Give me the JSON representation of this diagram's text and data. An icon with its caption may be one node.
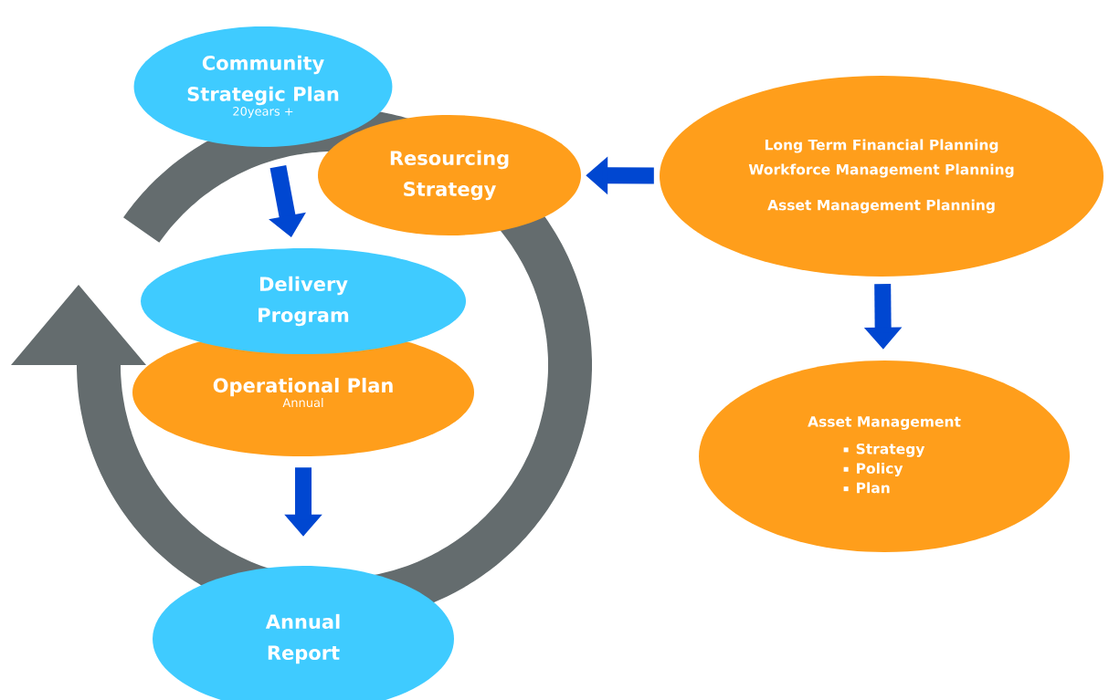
{
  "diagram": {
    "nodes": [
      {
        "text": [
          "Community Strategic Plan",
          "20years +"
        ]
      },
      {
        "text": [
          "Resourcing Strategy"
        ]
      },
      {
        "text": [
          "Long Term Financial Planning",
          "Workforce Management Planning",
          "Asset Management Planning"
        ]
      },
      {
        "text": [
          "Delivery Program"
        ]
      },
      {
        "text": [
          "Operational Plan",
          "Annual"
        ]
      },
      {
        "text": [
          "Asset Management",
          "Strategy",
          "Policy",
          "Plan"
        ]
      },
      {
        "text": [
          "Annual Report"
        ]
      }
    ],
    "edges": [
      {
        "from": 0,
        "to": 3,
        "arrow": "to"
      },
      {
        "from": 2,
        "to": 1,
        "arrow": "to"
      },
      {
        "from": 2,
        "to": 5,
        "arrow": "to"
      },
      {
        "from": 4,
        "to": 6,
        "arrow": "to"
      }
    ]
  }
}
